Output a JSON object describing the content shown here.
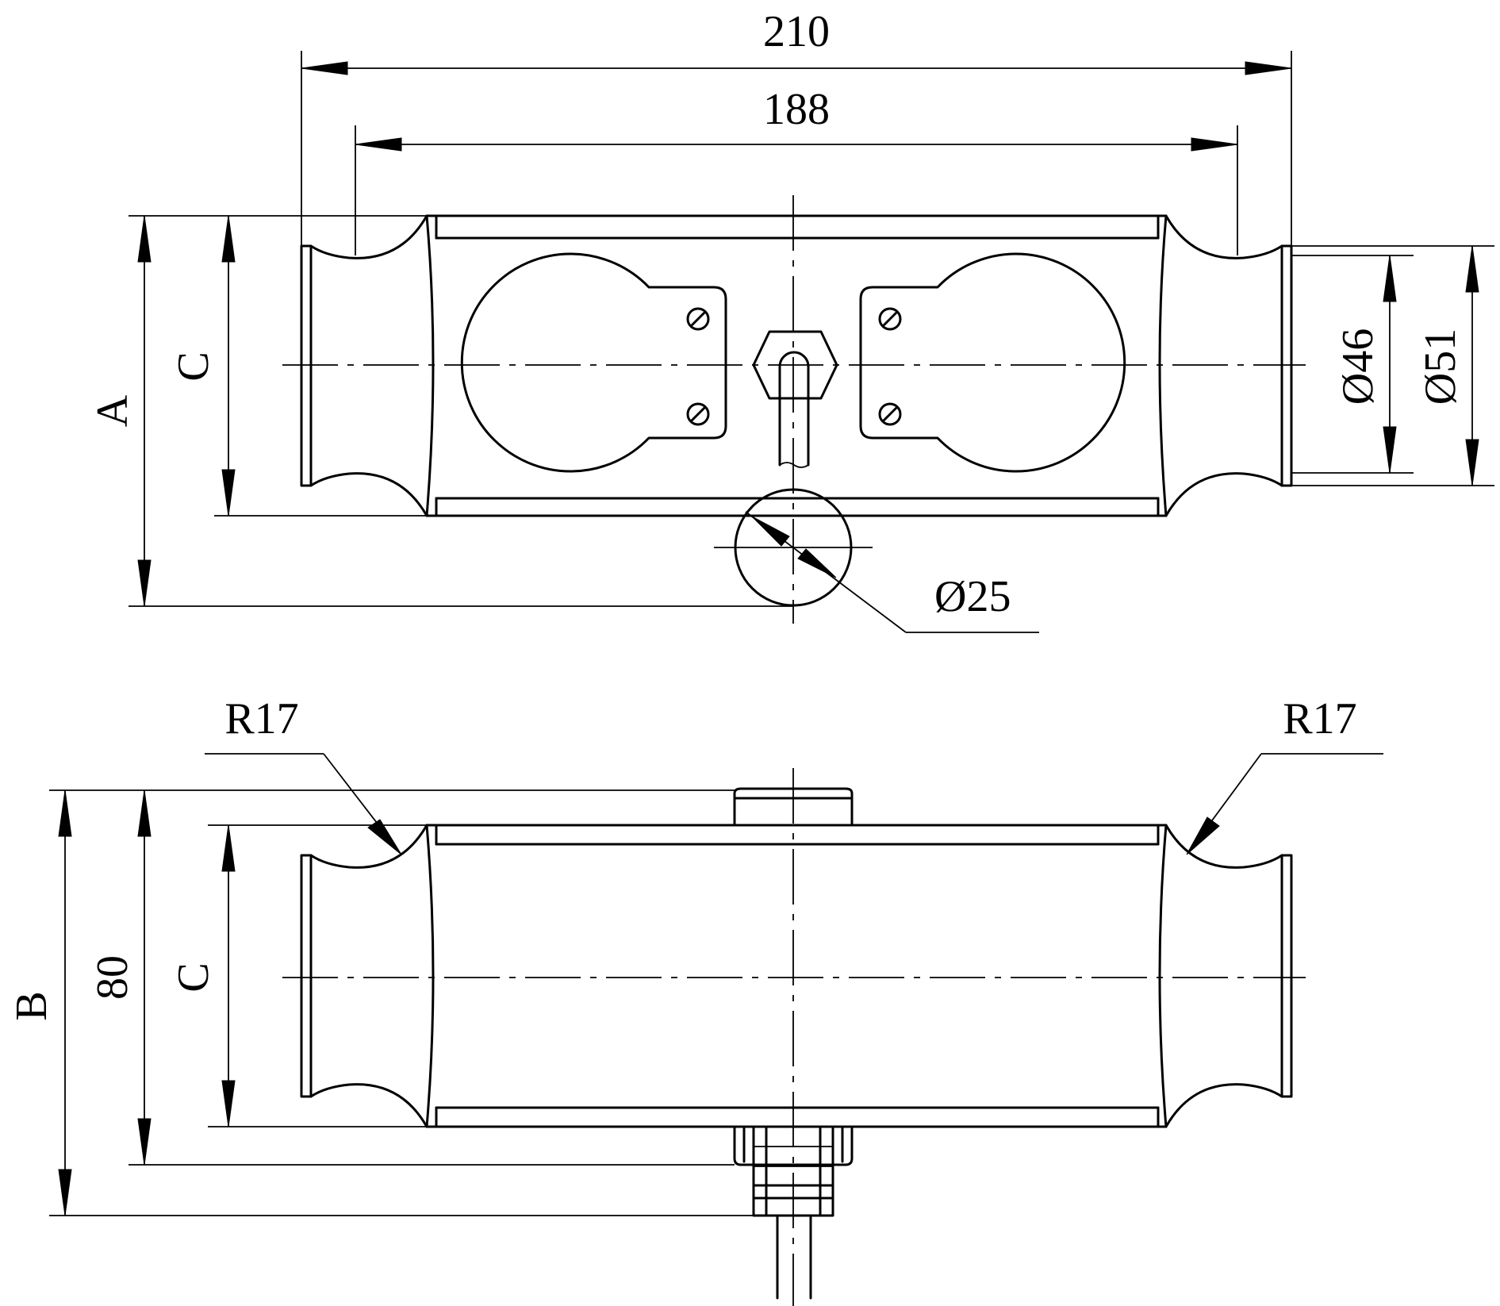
{
  "dimensions": {
    "overall_length": "210",
    "inner_length": "188",
    "height_a": "A",
    "height_c_top": "C",
    "height_b": "B",
    "height_80": "80",
    "height_c_bottom": "C",
    "dia_46": "Ø46",
    "dia_51": "Ø51",
    "dia_25": "Ø25",
    "radius_left": "R17",
    "radius_right": "R17"
  }
}
